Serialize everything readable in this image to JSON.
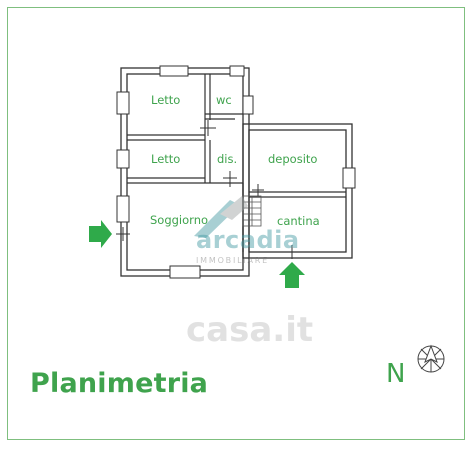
{
  "title": "Planimetria",
  "north_label": "N",
  "rooms": [
    {
      "name": "Letto"
    },
    {
      "name": "wc"
    },
    {
      "name": "Letto"
    },
    {
      "name": "dis."
    },
    {
      "name": "deposito"
    },
    {
      "name": "Soggiorno"
    },
    {
      "name": "cantina"
    }
  ],
  "watermark": {
    "brand": "arcadia",
    "sub": "IMMOBILIARE",
    "site": "casa.it"
  },
  "colors": {
    "accent_green": "#3fa34d",
    "arrow_green": "#2faa4a",
    "wall": "#333333",
    "frame": "#7fbf7f"
  },
  "icons": [
    "entrance-arrow-icon",
    "north-compass-icon"
  ]
}
